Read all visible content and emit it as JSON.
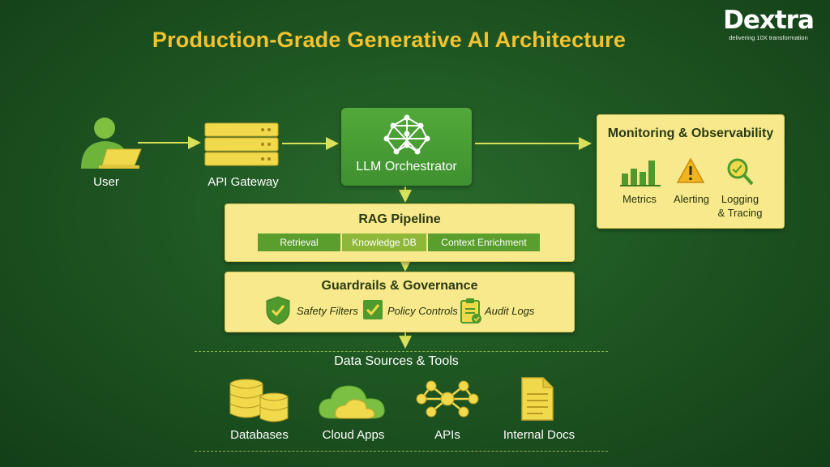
{
  "title": "Production-Grade Generative AI Architecture",
  "brand": {
    "name_pre": "De",
    "name_x": "x",
    "name_post": "tra",
    "tagline": "delivering 10X transformation"
  },
  "nodes": {
    "user": "User",
    "api_gateway": "API Gateway",
    "orchestrator": "LLM Orchestrator"
  },
  "monitoring": {
    "title": "Monitoring & Observability",
    "items": [
      "Metrics",
      "Alerting",
      "Logging",
      "& Tracing"
    ]
  },
  "rag": {
    "title": "RAG Pipeline",
    "steps": [
      "Retrieval",
      "Knowledge DB",
      "Context Enrichment"
    ]
  },
  "guardrails": {
    "title": "Guardrails & Governance",
    "items": [
      "Safety Filters",
      "Policy Controls",
      "Audit Logs"
    ]
  },
  "data_sources": {
    "title": "Data Sources & Tools",
    "items": [
      "Databases",
      "Cloud Apps",
      "APIs",
      "Internal Docs"
    ]
  },
  "colors": {
    "background": "#1e5622",
    "accent_title": "#f2c230",
    "panel": "#f7e98c",
    "orchestrator": "#4a9e35",
    "icon_yellow": "#f0d94a",
    "segment_green": "#5a9e2e"
  }
}
